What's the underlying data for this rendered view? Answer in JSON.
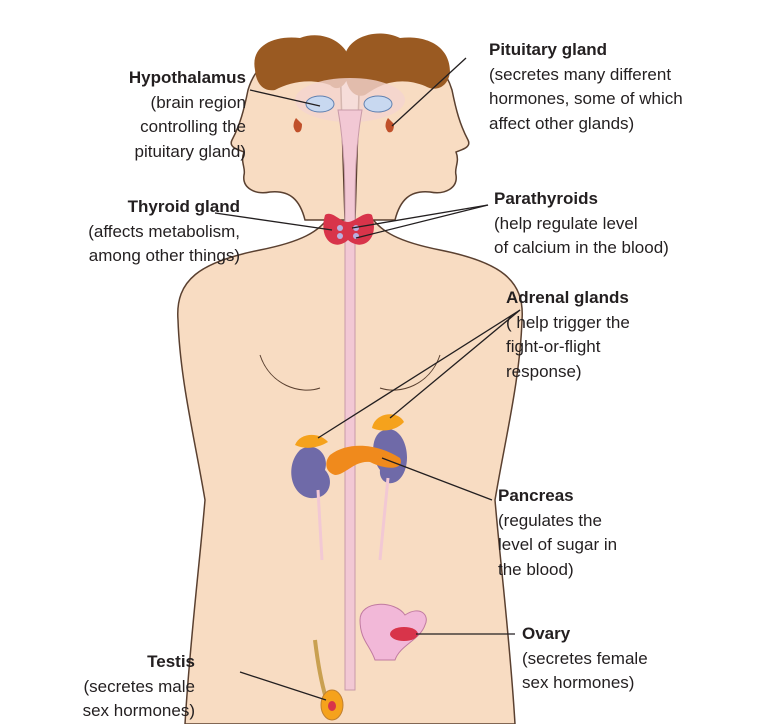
{
  "labels": {
    "hypothalamus": {
      "title": "Hypothalamus",
      "desc": [
        "(brain region",
        "controlling the",
        "pituitary gland)"
      ]
    },
    "pituitary": {
      "title": "Pituitary gland",
      "desc": [
        "(secretes many different",
        "hormones, some of which",
        "affect other glands)"
      ]
    },
    "thyroid": {
      "title": "Thyroid gland",
      "desc": [
        "(affects metabolism,",
        "among other things)"
      ]
    },
    "parathyroids": {
      "title": "Parathyroids",
      "desc": [
        "(help regulate level",
        "of calcium in the blood)"
      ]
    },
    "adrenal": {
      "title": "Adrenal glands",
      "desc": [
        "( help trigger the",
        "fight-or-flight",
        "response)"
      ]
    },
    "pancreas": {
      "title": "Pancreas",
      "desc": [
        "(regulates the",
        "level of sugar in",
        "the blood)"
      ]
    },
    "ovary": {
      "title": "Ovary",
      "desc": [
        "(secretes female",
        "sex hormones)"
      ]
    },
    "testis": {
      "title": "Testis",
      "desc": [
        "(secretes male",
        "sex hormones)"
      ]
    }
  },
  "colors": {
    "skin": "#f8dcc2",
    "hair": "#9a5a22",
    "gland_red": "#d8344a",
    "kidney": "#6f6aa8",
    "adrenal": "#f5a21c",
    "uterus": "#f2b8d8"
  }
}
